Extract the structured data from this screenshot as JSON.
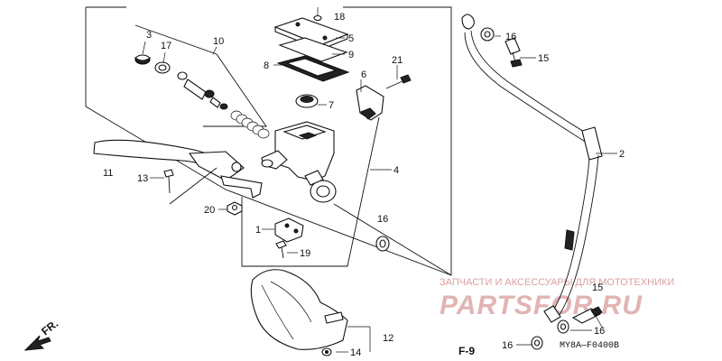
{
  "callouts": {
    "c1": "1",
    "c2": "2",
    "c3": "3",
    "c4": "4",
    "c5": "5",
    "c6": "6",
    "c7": "7",
    "c8": "8",
    "c9": "9",
    "c10": "10",
    "c11": "11",
    "c12": "12",
    "c13": "13",
    "c14": "14",
    "c15a": "15",
    "c15b": "15",
    "c16a": "16",
    "c16b": "16",
    "c16c": "16",
    "c16d": "16",
    "c17": "17",
    "c18": "18",
    "c19": "19",
    "c20": "20",
    "c21": "21"
  },
  "figure_id": "F-9",
  "diagram_code": "MY8A—F0400B",
  "direction_label": "FR.",
  "watermark": {
    "line1": "ЗАПЧАСТИ И АКСЕССУАРЫ ДЛЯ МОТОТЕХНИКИ",
    "line2": "PARTSFOR.RU"
  }
}
